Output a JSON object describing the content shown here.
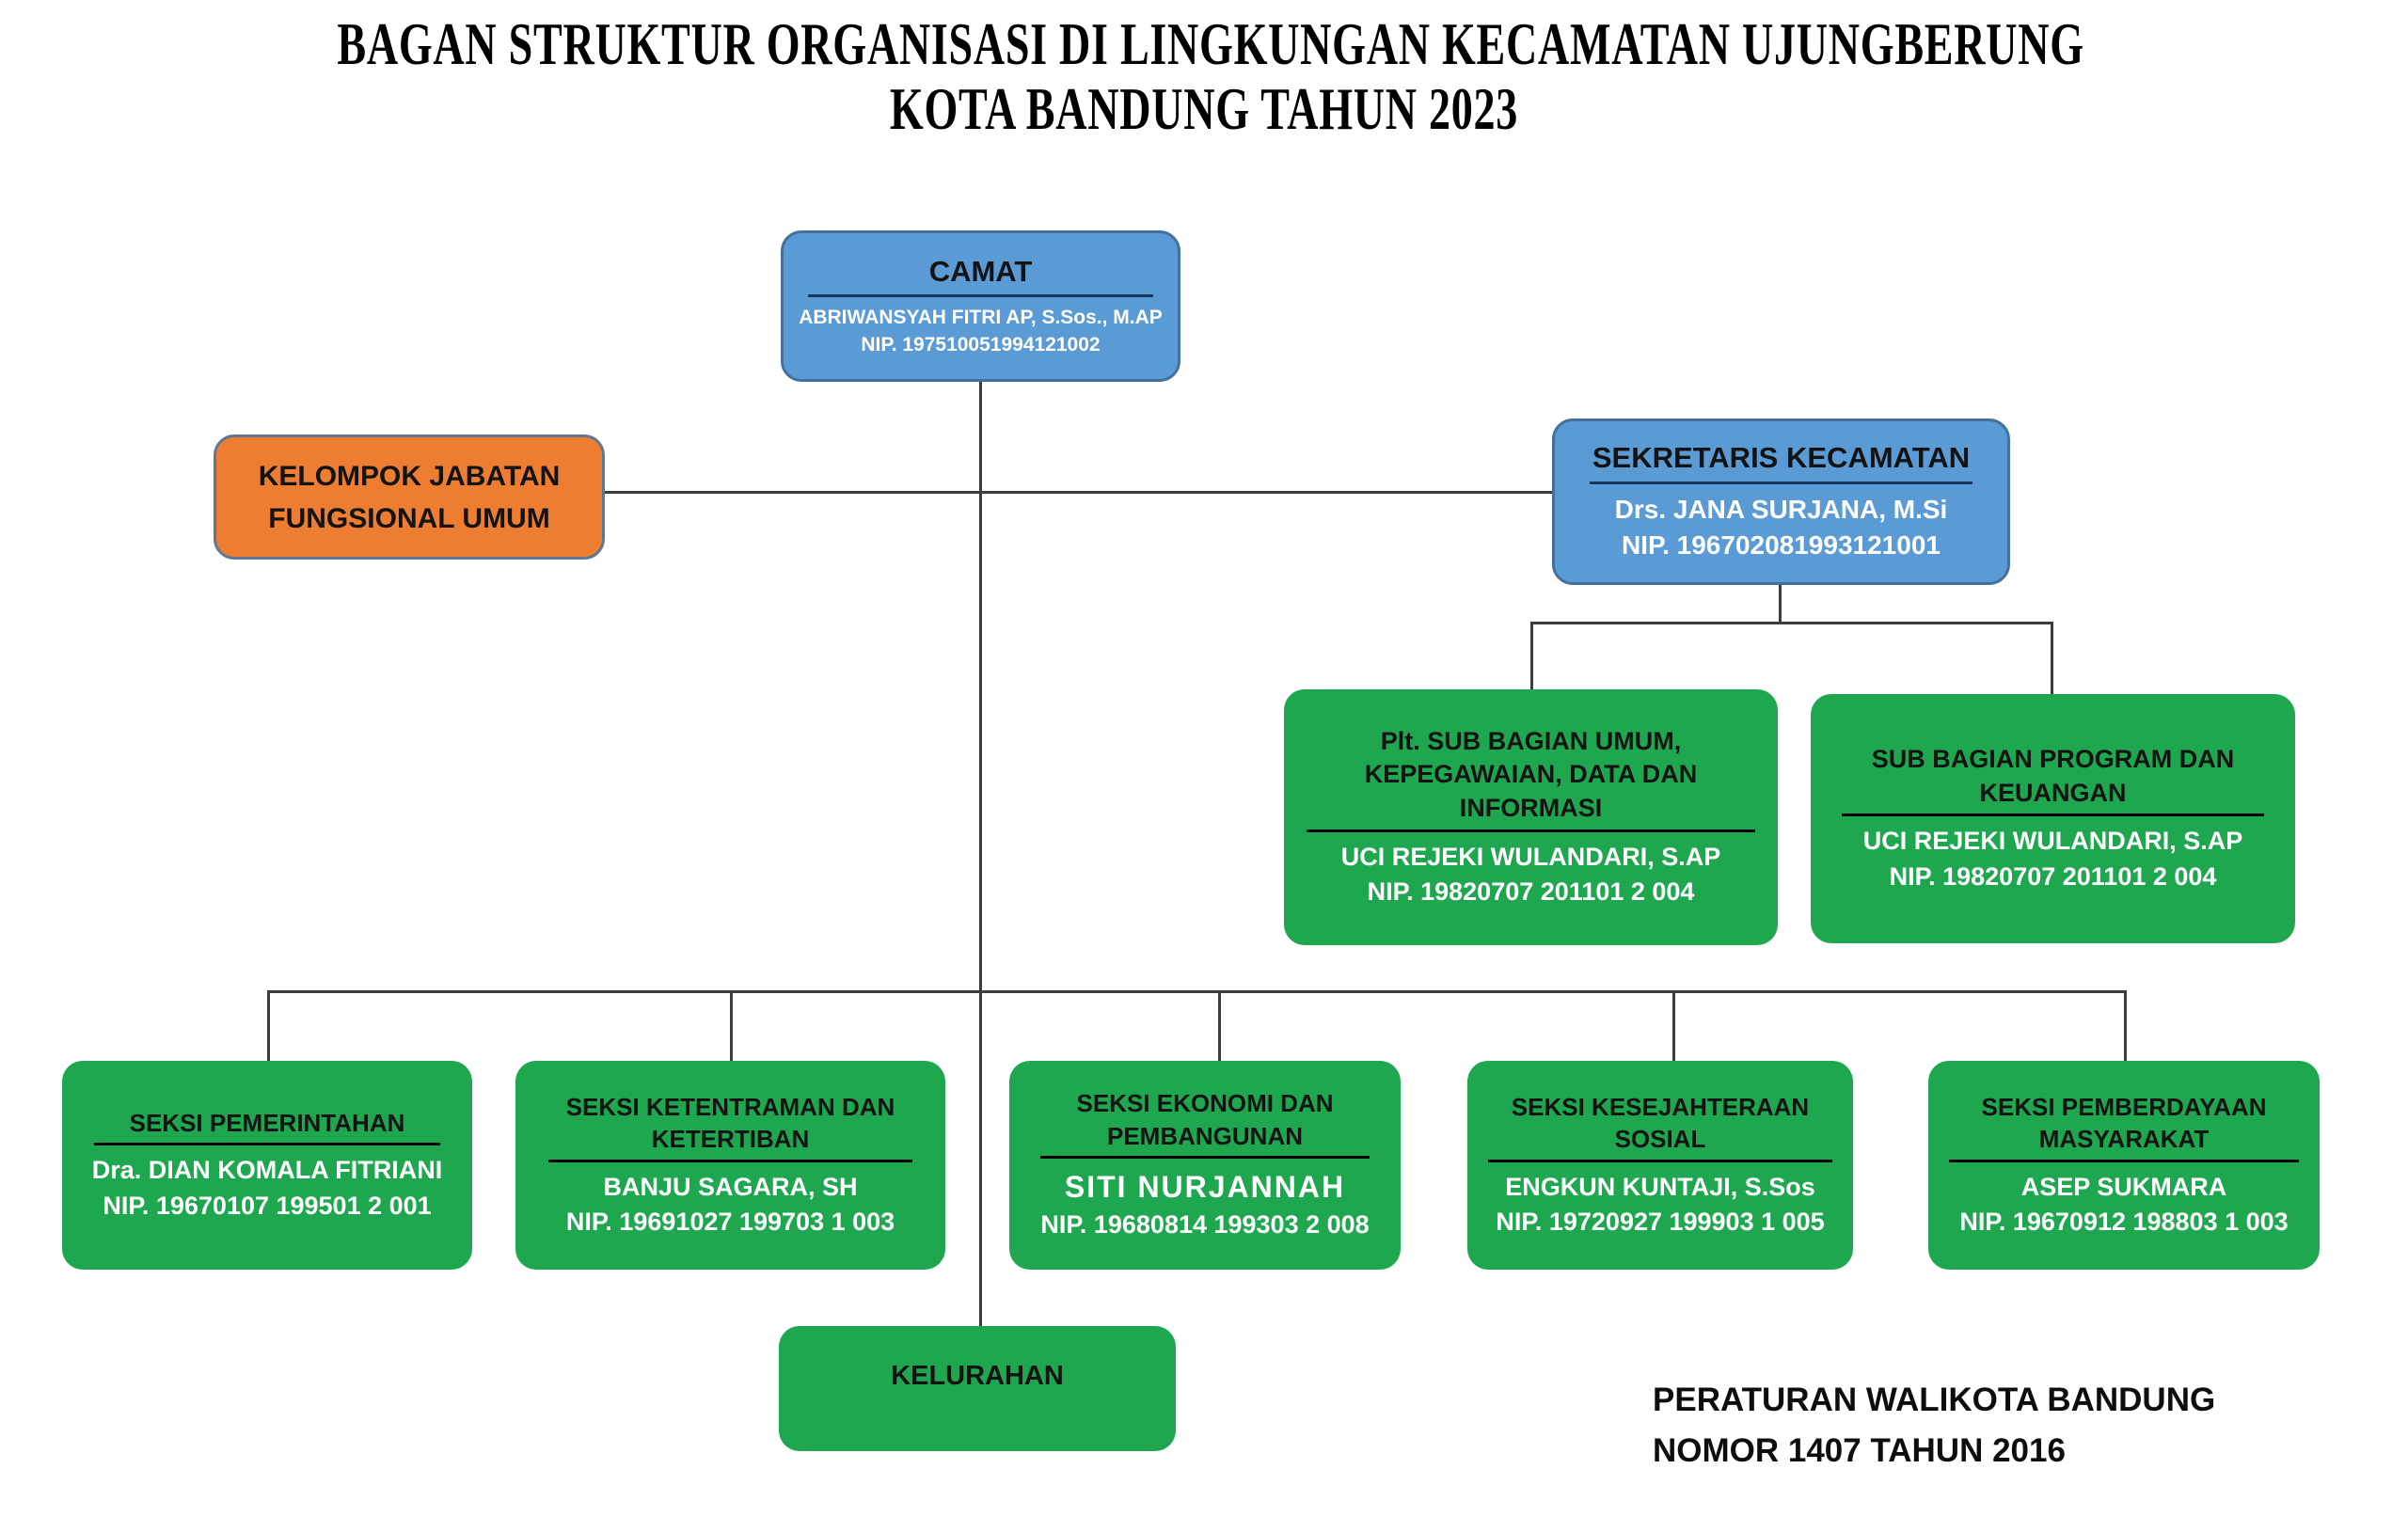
{
  "title": {
    "line1": "BAGAN STRUKTUR ORGANISASI DI LINGKUNGAN KECAMATAN UJUNGBERUNG",
    "line2": "KOTA BANDUNG TAHUN 2023"
  },
  "nodes": {
    "camat": {
      "role": "CAMAT",
      "name": "ABRIWANSYAH FITRI AP, S.Sos., M.AP",
      "nip": "NIP. 197510051994121002"
    },
    "kelompok_jabatan": {
      "role": "KELOMPOK JABATAN FUNGSIONAL UMUM"
    },
    "sekretaris": {
      "role": "SEKRETARIS KECAMATAN",
      "name": "Drs. JANA SURJANA, M.Si",
      "nip": "NIP. 196702081993121001"
    },
    "subbag_umum": {
      "role": "Plt. SUB BAGIAN UMUM, KEPEGAWAIAN, DATA DAN INFORMASI",
      "name": "UCI REJEKI WULANDARI, S.AP",
      "nip": "NIP. 19820707 201101 2 004"
    },
    "subbag_program": {
      "role": "SUB BAGIAN PROGRAM DAN KEUANGAN",
      "name": "UCI REJEKI WULANDARI, S.AP",
      "nip": "NIP. 19820707 201101 2 004"
    },
    "seksi_pemerintahan": {
      "role": "SEKSI PEMERINTAHAN",
      "name": "Dra. DIAN KOMALA FITRIANI",
      "nip": "NIP. 19670107 199501 2 001"
    },
    "seksi_ketentraman": {
      "role": "SEKSI KETENTRAMAN DAN KETERTIBAN",
      "name": "BANJU SAGARA, SH",
      "nip": "NIP. 19691027 199703 1 003"
    },
    "seksi_ekonomi": {
      "role": "SEKSI EKONOMI DAN PEMBANGUNAN",
      "name": "SITI NURJANNAH",
      "nip": "NIP. 19680814 199303 2 008"
    },
    "seksi_kesejahteraan": {
      "role": "SEKSI KESEJAHTERAAN SOSIAL",
      "name": "ENGKUN KUNTAJI, S.Sos",
      "nip": "NIP. 19720927 199903 1 005"
    },
    "seksi_pemberdayaan": {
      "role": "SEKSI PEMBERDAYAAN MASYARAKAT",
      "name": "ASEP SUKMARA",
      "nip": "NIP. 19670912 198803 1 003"
    },
    "kelurahan": {
      "role": "KELURAHAN"
    }
  },
  "footer": {
    "line1": "PERATURAN WALIKOTA BANDUNG",
    "line2": "NOMOR 1407 TAHUN 2016"
  },
  "colors": {
    "blue_fill": "#5B9BD5",
    "blue_border": "#41719C",
    "orange_fill": "#ED7D31",
    "orange_border": "#5F7793",
    "green_fill": "#1FA750",
    "underline_navy": "#17365D",
    "connector": "#3C3C3C"
  }
}
